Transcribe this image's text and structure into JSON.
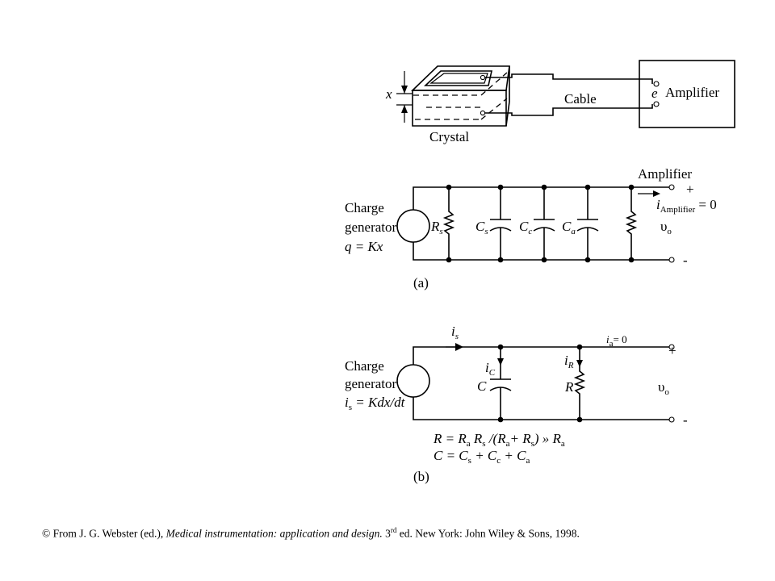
{
  "crystal_setup": {
    "x_label": "x",
    "crystal_label": "Crystal",
    "cable_label": "Cable",
    "e_label": "e",
    "amplifier_label": "Amplifier"
  },
  "circuit_a": {
    "amplifier_label": "Amplifier",
    "plus": "+",
    "minus": "-",
    "i_amp": {
      "base": "i",
      "sub": "Amplifier",
      "rest": " = 0"
    },
    "vo": {
      "base": "υ",
      "sub": "o"
    },
    "generator": {
      "line1": "Charge",
      "line2": "generator",
      "line3": "q = Kx"
    },
    "components": [
      {
        "base": "R",
        "sub": "s"
      },
      {
        "base": "C",
        "sub": "s"
      },
      {
        "base": "C",
        "sub": "c"
      },
      {
        "base": "C",
        "sub": "a"
      }
    ],
    "panel_label": "(a)"
  },
  "circuit_b": {
    "generator": {
      "line1": "Charge",
      "line2": "generator",
      "line3_base": "i",
      "line3_sub": "s",
      "line3_rest": " = Kdx/dt"
    },
    "is_label": {
      "base": "i",
      "sub": "s"
    },
    "ic_label": {
      "base": "i",
      "sub": "C"
    },
    "ir_label": {
      "base": "i",
      "sub": "R"
    },
    "ia_label": {
      "base": "i",
      "sub": "a",
      "rest": "= 0"
    },
    "c_label": "C",
    "r_label": "R",
    "plus": "+",
    "minus": "-",
    "vo": {
      "base": "υ",
      "sub": "o"
    },
    "eq1": {
      "R": "R = R",
      "a1": "a",
      "Rs1": " R",
      "s1": "s",
      "mid": " /(R",
      "a2": "a",
      "plus": "+ R",
      "s2": "s",
      "tail": ") » R",
      "a3": "a"
    },
    "eq2": {
      "C": "C = C",
      "s": "s",
      "p1": " + C",
      "c": "c",
      "p2": " + C",
      "a": "a"
    },
    "panel_label": "(b)"
  },
  "citation": {
    "prefix": "© From J. G. Webster (ed.), ",
    "title": "Medical instrumentation: application and design.",
    "ed_num": " 3",
    "ed_sup": "rd",
    "suffix": " ed. New York: John Wiley & Sons, 1998."
  }
}
